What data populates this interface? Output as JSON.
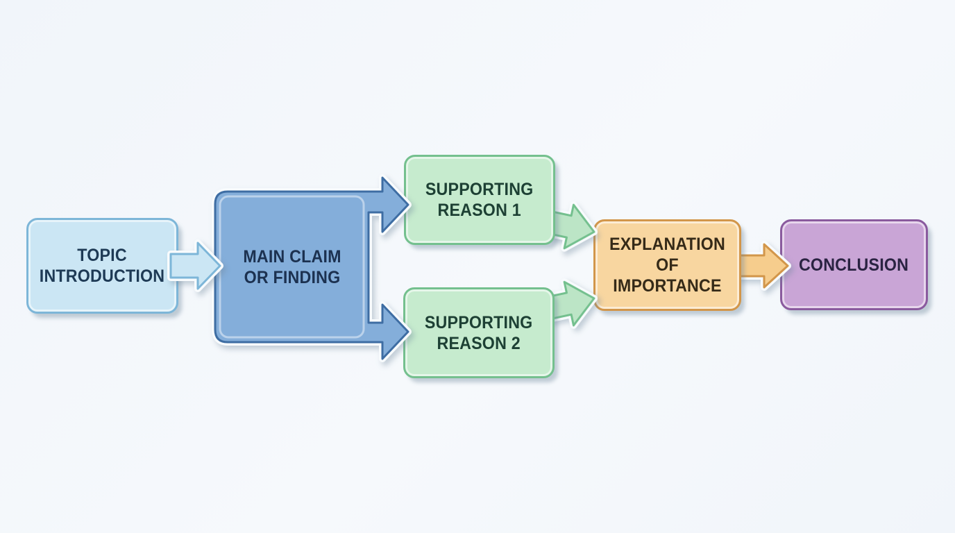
{
  "diagram": {
    "type": "flowchart",
    "description": "Argument flow diagram with six stages connected by block arrows",
    "nodes": [
      {
        "id": "topic-introduction",
        "label": "TOPIC\nINTRODUCTION",
        "color": "blue_light"
      },
      {
        "id": "main-claim-or-finding",
        "label": "MAIN CLAIM\nOR FINDING",
        "color": "blue"
      },
      {
        "id": "supporting-reason-1",
        "label": "SUPPORTING\nREASON 1",
        "color": "green"
      },
      {
        "id": "supporting-reason-2",
        "label": "SUPPORTING\nREASON 2",
        "color": "green"
      },
      {
        "id": "explanation-of-importance",
        "label": "EXPLANATION\nOF IMPORTANCE",
        "color": "orange"
      },
      {
        "id": "conclusion",
        "label": "CONCLUSION",
        "color": "purple"
      }
    ],
    "edges": [
      {
        "from": "topic-introduction",
        "to": "main-claim-or-finding"
      },
      {
        "from": "main-claim-or-finding",
        "to": "supporting-reason-1"
      },
      {
        "from": "main-claim-or-finding",
        "to": "supporting-reason-2"
      },
      {
        "from": "supporting-reason-1",
        "to": "explanation-of-importance"
      },
      {
        "from": "supporting-reason-2",
        "to": "explanation-of-importance"
      },
      {
        "from": "explanation-of-importance",
        "to": "conclusion"
      }
    ]
  },
  "palette": {
    "background": "#f1f5fa",
    "halo": "#f8fbfd",
    "shadow": "rgba(110,135,155,0.4)",
    "blue_light": {
      "fill": "#cbe6f4",
      "border": "#7db6d8",
      "text": "#1e3a55"
    },
    "blue": {
      "fill": "#84aeda",
      "border": "#3e6da3",
      "text": "#1c3150"
    },
    "green": {
      "fill": "#c6ebce",
      "border": "#74c08e",
      "text": "#1d4034",
      "arrow_fill": "#bce5c6"
    },
    "orange": {
      "fill": "#f8d6a0",
      "border": "#d2964a",
      "text": "#352a18",
      "arrow_fill": "#f6cd8d"
    },
    "purple": {
      "fill": "#c9a5d6",
      "border": "#8a5a9e",
      "text": "#2a2342"
    }
  }
}
